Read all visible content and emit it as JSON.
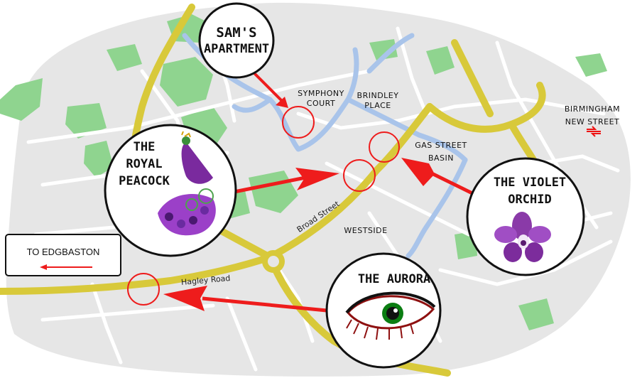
{
  "labels": {
    "symphony_court": [
      "SYMPHONY",
      "COURT"
    ],
    "brindley_place": [
      "BRINDLEY",
      "PLACE"
    ],
    "gas_street_basin": [
      "GAS STREET",
      "BASIN"
    ],
    "birmingham_new_street": [
      "BIRMINGHAM",
      "NEW STREET"
    ],
    "westside": "WESTSIDE",
    "broad_street": "Broad Street",
    "hagley_road": "Hagley Road"
  },
  "venues": {
    "sams_apartment": [
      "SAM'S",
      "APARTMENT"
    ],
    "royal_peacock": [
      "THE",
      "ROYAL",
      "PEACOCK"
    ],
    "violet_orchid": [
      "THE VIOLET",
      "ORCHID"
    ],
    "aurora": "THE AURORA"
  },
  "to_edgbaston": "TO EDGBASTON",
  "icons": {
    "station": "national-rail-icon",
    "peacock": "peacock-icon",
    "orchid": "orchid-icon",
    "eye": "eye-icon"
  },
  "colors": {
    "road_major": "#d8c93a",
    "canal": "#a9c4ea",
    "park": "#8fd48f",
    "land": "#e6e6e6",
    "marker": "#ee1c1c"
  }
}
